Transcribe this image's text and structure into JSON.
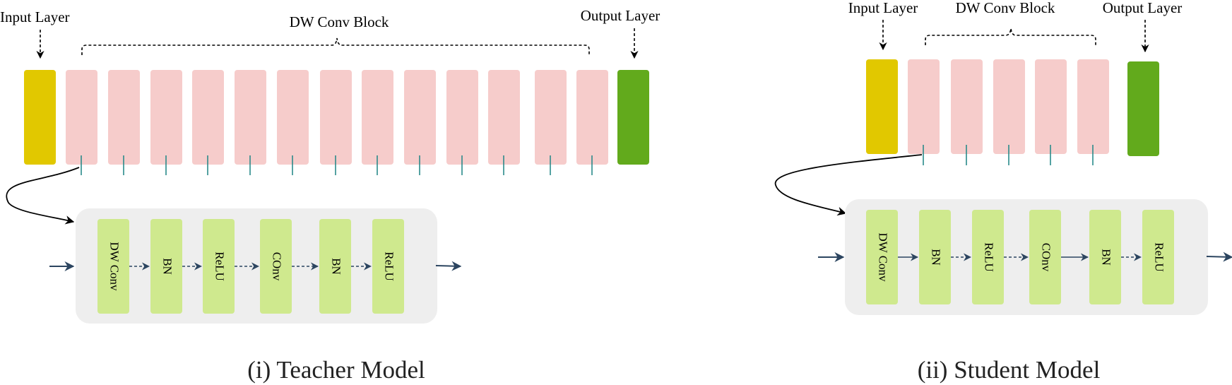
{
  "teacher": {
    "input_label": "Input Layer",
    "block_label": "DW Conv Block",
    "output_label": "Output Layer",
    "caption": "(i) Teacher Model",
    "conv_block_count": 13,
    "inner_layers": [
      "DW Conv",
      "BN",
      "ReLU",
      "COnv",
      "BN",
      "ReLU"
    ]
  },
  "student": {
    "input_label": "Input Layer",
    "block_label": "DW Conv Block",
    "output_label": "Output Layer",
    "caption": "(ii) Student Model",
    "conv_block_count": 5,
    "inner_layers": [
      "DW Conv",
      "BN",
      "ReLU",
      "COnv",
      "BN",
      "ReLU"
    ]
  },
  "colors": {
    "input_layer": "#e1c800",
    "conv_block": "#f6cccb",
    "output_layer": "#62aa1c",
    "inner_layer": "#cfe98e",
    "inner_panel": "#eeeeee",
    "connector": "#2a8a8a",
    "flow_arrow": "#2c4560"
  }
}
